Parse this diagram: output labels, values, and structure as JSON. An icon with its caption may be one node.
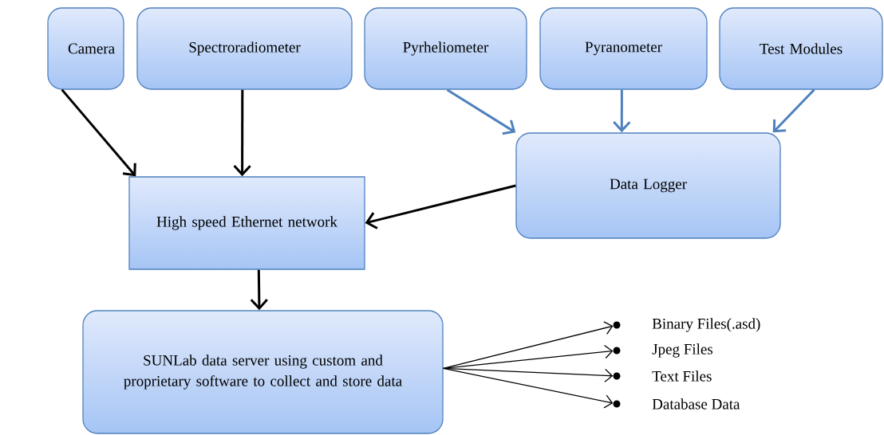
{
  "diagram": {
    "nodes": [
      {
        "text": [
          "Camera"
        ]
      },
      {
        "text": [
          "Spectroradiometer"
        ]
      },
      {
        "text": [
          "Pyrheliometer"
        ]
      },
      {
        "text": [
          "Pyranometer"
        ]
      },
      {
        "text": [
          "Test Modules"
        ]
      },
      {
        "text": [
          "Data Logger"
        ]
      },
      {
        "text": [
          "High speed Ethernet network"
        ]
      },
      {
        "text": [
          "SUNLab data server using custom and proprietary software to collect and store data"
        ]
      },
      {
        "text": [],
        "shape": "circle",
        "beside": [
          "Binary Files(.asd)"
        ]
      },
      {
        "text": [],
        "shape": "circle",
        "beside": [
          "Jpeg Files"
        ]
      },
      {
        "text": [],
        "shape": "circle",
        "beside": [
          "Text Files"
        ]
      },
      {
        "text": [],
        "shape": "circle",
        "beside": [
          "Database Data"
        ]
      }
    ],
    "edges": [
      {
        "from": 0,
        "to": 6,
        "arrow": "to"
      },
      {
        "from": 1,
        "to": 6,
        "arrow": "to"
      },
      {
        "from": 2,
        "to": 5,
        "arrow": "to",
        "color": "#4f81bd"
      },
      {
        "from": 3,
        "to": 5,
        "arrow": "to",
        "color": "#4f81bd"
      },
      {
        "from": 4,
        "to": 5,
        "arrow": "to",
        "color": "#4f81bd"
      },
      {
        "from": 5,
        "to": 6,
        "arrow": "to"
      },
      {
        "from": 6,
        "to": 7,
        "arrow": "to"
      },
      {
        "from": 7,
        "to": 8,
        "arrow": "to"
      },
      {
        "from": 7,
        "to": 9,
        "arrow": "to"
      },
      {
        "from": 7,
        "to": 10,
        "arrow": "to"
      },
      {
        "from": 7,
        "to": 11,
        "arrow": "to"
      }
    ]
  }
}
